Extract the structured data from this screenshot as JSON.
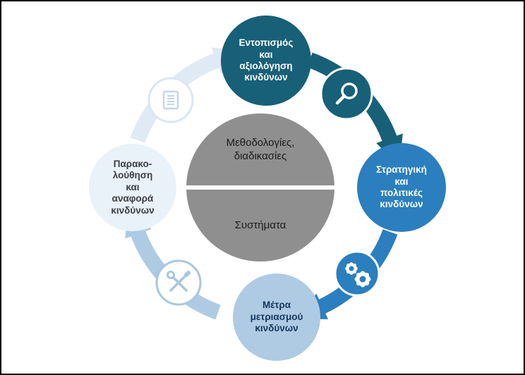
{
  "diagram": {
    "title": "risk-management-cycle",
    "flow": "clockwise",
    "sequence": [
      "identification",
      "strategy",
      "mitigation",
      "monitoring"
    ],
    "center": {
      "top_label": "Μεθοδολογίες,\nδιαδικασίες",
      "bottom_label": "Συστήματα"
    },
    "nodes": {
      "identification": {
        "label": "Εντοπισμός\nκαι\nαξιολόγηση\nκινδύνων"
      },
      "strategy": {
        "label": "Στρατηγική\nκαι\nπολιτικές\nκινδύνων"
      },
      "mitigation": {
        "label": "Μέτρα\nμετριασμού\nκινδύνων"
      },
      "monitoring": {
        "label": "Παρακο-\nλούθηση\nκαι\nαναφορά\nκινδύνων"
      }
    },
    "icons": [
      "magnifying-glass",
      "gears",
      "tools",
      "document"
    ],
    "colors": {
      "dark": "#176078",
      "medium": "#2b7fbe",
      "light": "#aecbe3",
      "pale_arrow": "#dfeaf5",
      "pale_node": "#e9f1f9",
      "center_gray": "#8f8f8f",
      "divider": "#ffffff"
    }
  }
}
